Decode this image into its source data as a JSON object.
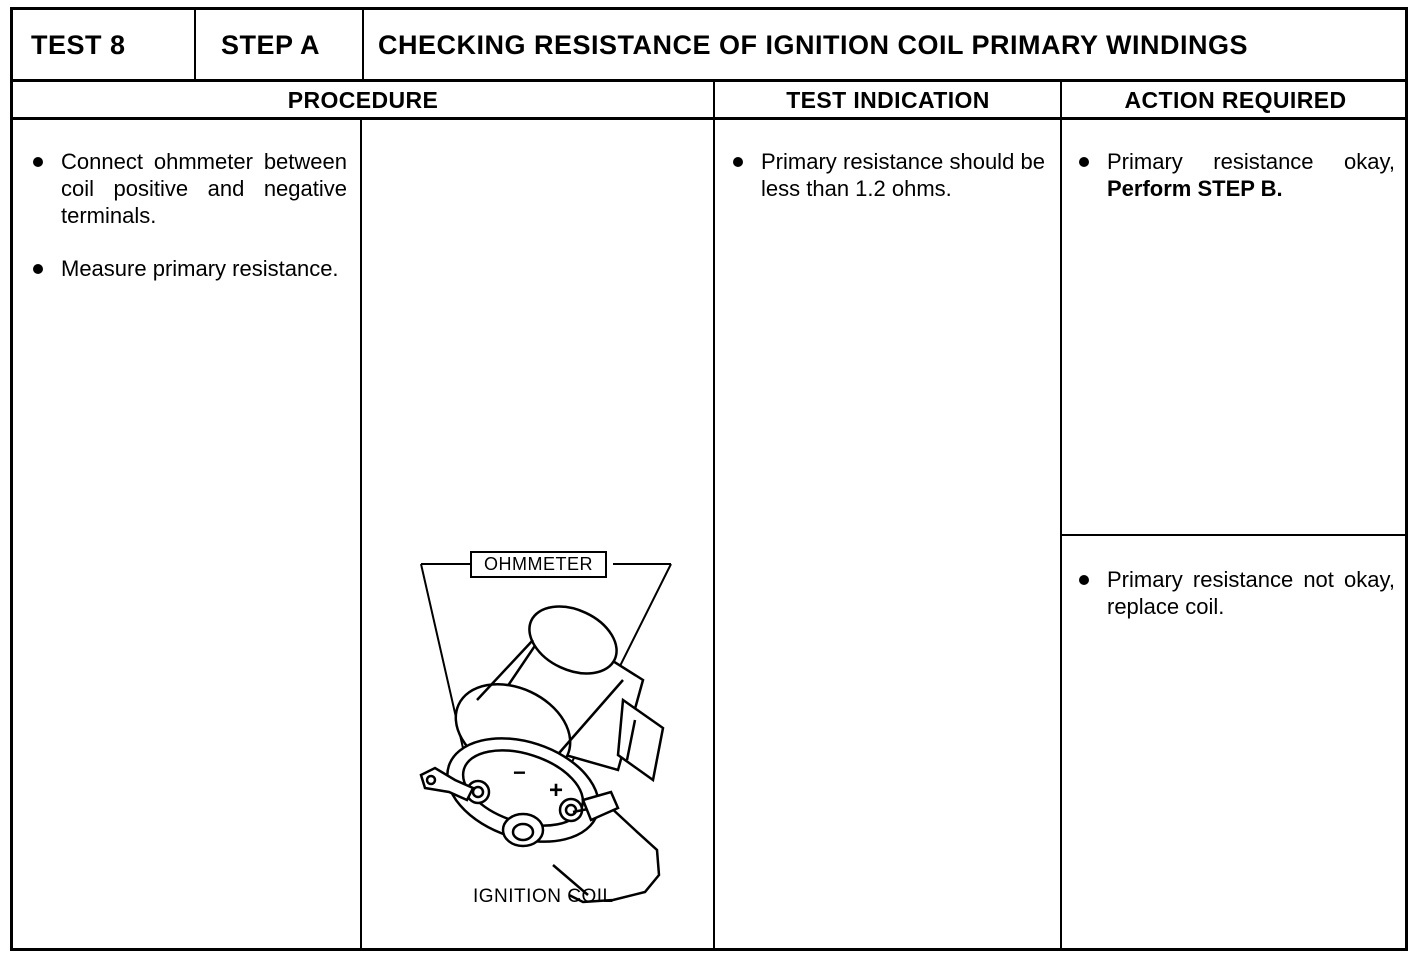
{
  "header": {
    "test": "TEST 8",
    "step": "STEP A",
    "title": "CHECKING RESISTANCE OF IGNITION COIL PRIMARY WINDINGS"
  },
  "columns": {
    "procedure": "PROCEDURE",
    "test_indication": "TEST INDICATION",
    "action_required": "ACTION REQUIRED"
  },
  "procedure": {
    "steps": [
      "Connect ohmmeter between coil positive and negative terminals.",
      "Measure primary resistance."
    ]
  },
  "figure": {
    "meter_label": "OHMMETER",
    "caption": "IGNITION COIL",
    "minus_symbol": "−",
    "plus_symbol": "+"
  },
  "test_indication": {
    "text": "Primary resistance should be less than 1.2 ohms."
  },
  "actions": {
    "ok_text": "Primary resistance okay,",
    "ok_bold": "Perform STEP B.",
    "not_ok_text": "Primary resistance not okay, replace coil."
  }
}
